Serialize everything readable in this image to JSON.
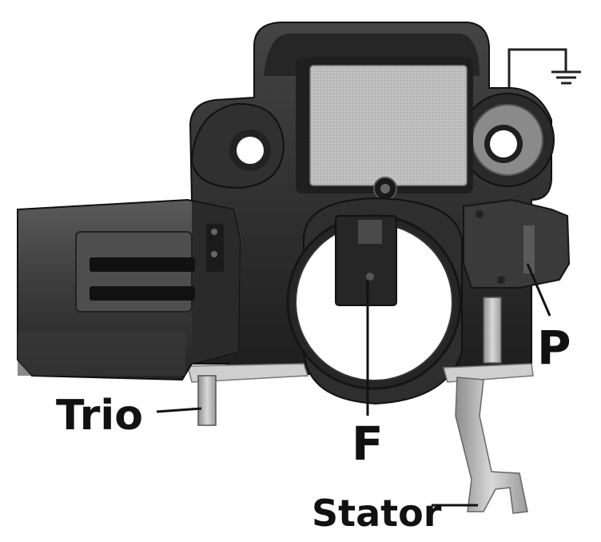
{
  "labels": {
    "trio": "Trio",
    "f": "F",
    "p": "P",
    "stator": "Stator"
  },
  "icons": {
    "ground": "ground-symbol-icon"
  },
  "colors": {
    "background": "#ffffff",
    "body_dark": "#2b2b2b",
    "body_mid": "#3a3a3a",
    "plate": "#b9b9b9",
    "metal": "#c8c8c8",
    "label": "#111111"
  }
}
